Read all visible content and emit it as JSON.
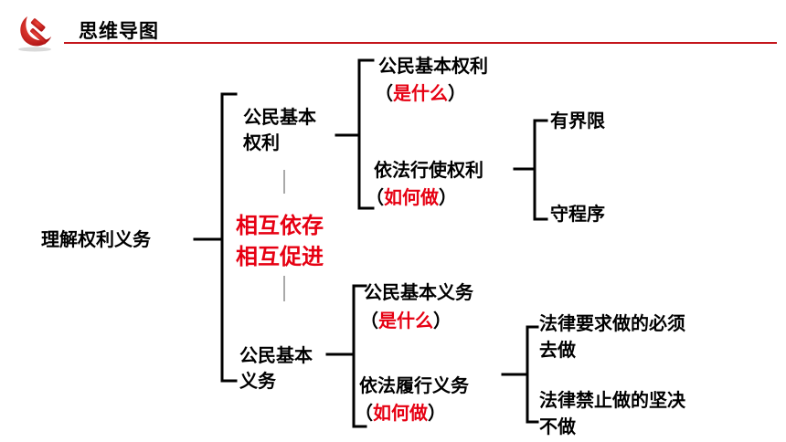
{
  "header": {
    "title": "思维导图"
  },
  "diagram": {
    "root": "理解权利义务",
    "center": {
      "line1": "相互依存",
      "line2": "相互促进"
    },
    "rights": {
      "line1": "公民基本",
      "line2": "权利",
      "what": {
        "title": "公民基本权利",
        "open": "（",
        "emph": "是什么",
        "close": "）"
      },
      "how": {
        "title": "依法行使权利",
        "open": "（",
        "emph": "如何做",
        "close": "）"
      },
      "leaves": [
        "有界限",
        "守程序"
      ]
    },
    "duties": {
      "line1": "公民基本",
      "line2": "义务",
      "what": {
        "title": "公民基本义务",
        "open": "（",
        "emph": "是什么",
        "close": "）"
      },
      "how": {
        "title": "依法履行义务",
        "open": "（",
        "emph": "如何做",
        "close": "）"
      },
      "leaves": [
        {
          "line1": "法律要求做的必须",
          "line2": "去做"
        },
        {
          "line1": "法律禁止做的坚决",
          "line2": "不做"
        }
      ]
    }
  }
}
